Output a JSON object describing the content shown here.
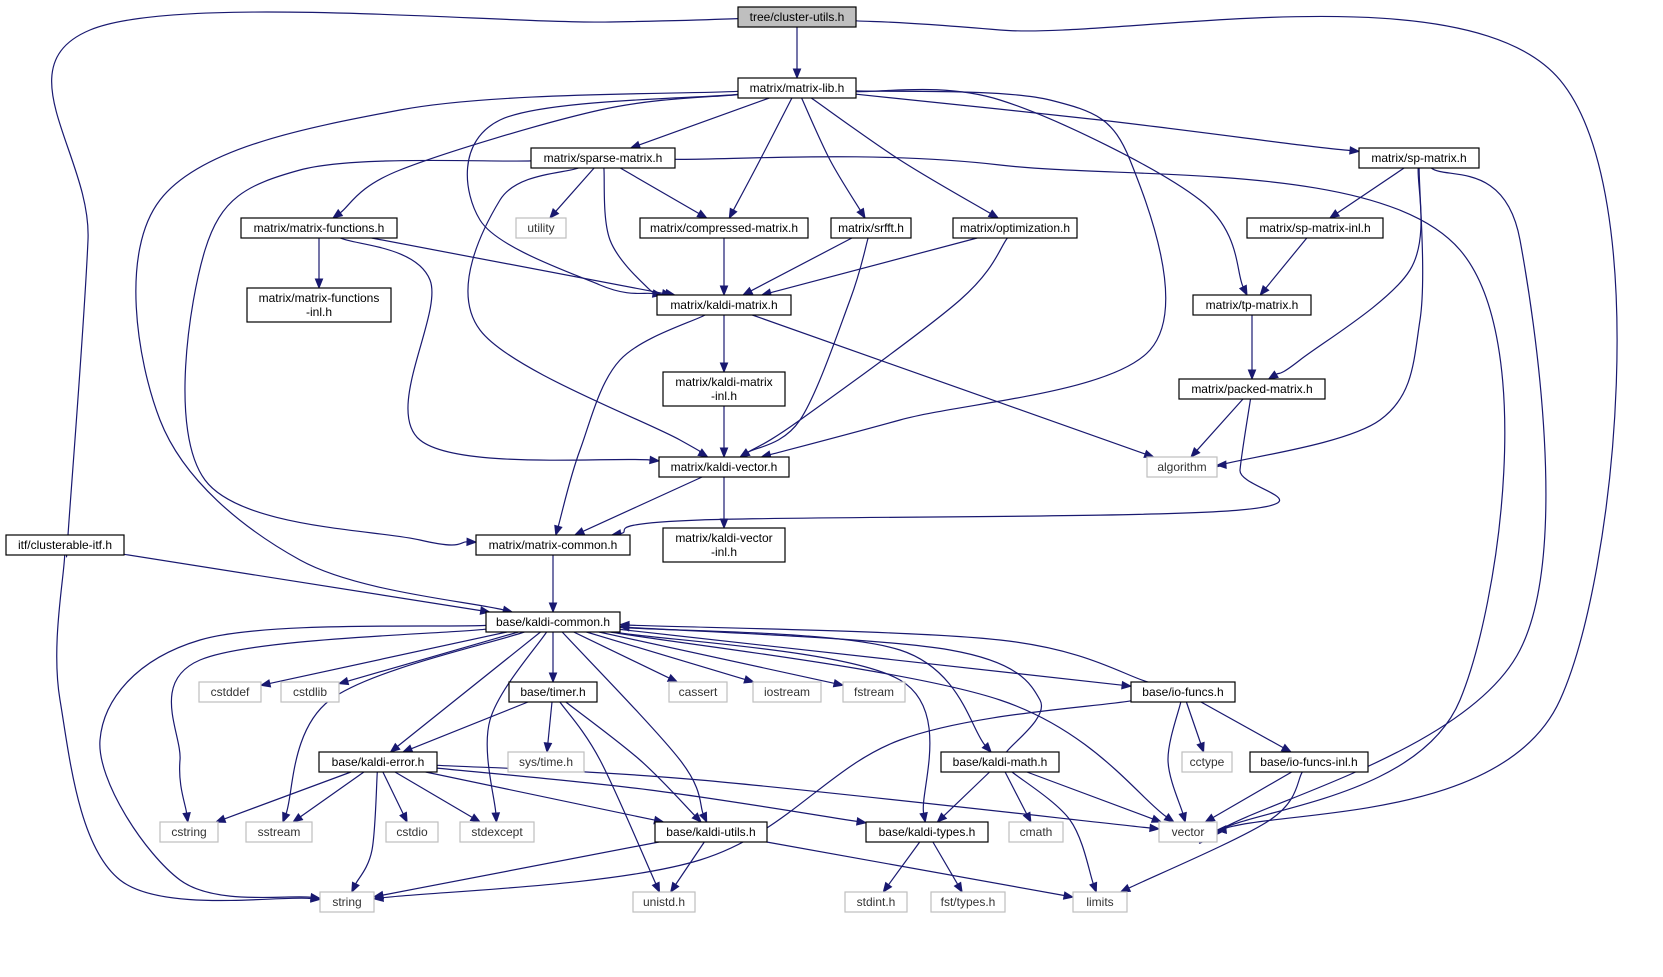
{
  "colors": {
    "edge": "#191970",
    "root_fill": "#bfbfbf",
    "node_fill": "#ffffff",
    "node_border": "#000000",
    "external_border": "#bfbfbf"
  },
  "nodes": {
    "root": {
      "lines": [
        "tree/cluster-utils.h"
      ],
      "kind": "root"
    },
    "matrix_lib": {
      "lines": [
        "matrix/matrix-lib.h"
      ],
      "kind": "local"
    },
    "clusterable_itf": {
      "lines": [
        "itf/clusterable-itf.h"
      ],
      "kind": "local"
    },
    "sparse_matrix": {
      "lines": [
        "matrix/sparse-matrix.h"
      ],
      "kind": "local"
    },
    "sp_matrix": {
      "lines": [
        "matrix/sp-matrix.h"
      ],
      "kind": "local"
    },
    "matrix_functions": {
      "lines": [
        "matrix/matrix-functions.h"
      ],
      "kind": "local"
    },
    "utility": {
      "lines": [
        "utility"
      ],
      "kind": "external"
    },
    "compressed_matrix": {
      "lines": [
        "matrix/compressed-matrix.h"
      ],
      "kind": "local"
    },
    "srfft": {
      "lines": [
        "matrix/srfft.h"
      ],
      "kind": "local"
    },
    "optimization": {
      "lines": [
        "matrix/optimization.h"
      ],
      "kind": "local"
    },
    "sp_matrix_inl": {
      "lines": [
        "matrix/sp-matrix-inl.h"
      ],
      "kind": "local"
    },
    "matrix_functions_inl": {
      "lines": [
        "matrix/matrix-functions",
        "-inl.h"
      ],
      "kind": "local"
    },
    "kaldi_matrix": {
      "lines": [
        "matrix/kaldi-matrix.h"
      ],
      "kind": "local"
    },
    "tp_matrix": {
      "lines": [
        "matrix/tp-matrix.h"
      ],
      "kind": "local"
    },
    "kaldi_matrix_inl": {
      "lines": [
        "matrix/kaldi-matrix",
        "-inl.h"
      ],
      "kind": "local"
    },
    "packed_matrix": {
      "lines": [
        "matrix/packed-matrix.h"
      ],
      "kind": "local"
    },
    "kaldi_vector": {
      "lines": [
        "matrix/kaldi-vector.h"
      ],
      "kind": "local"
    },
    "algorithm": {
      "lines": [
        "algorithm"
      ],
      "kind": "external"
    },
    "matrix_common": {
      "lines": [
        "matrix/matrix-common.h"
      ],
      "kind": "local"
    },
    "kaldi_vector_inl": {
      "lines": [
        "matrix/kaldi-vector",
        "-inl.h"
      ],
      "kind": "local"
    },
    "kaldi_common": {
      "lines": [
        "base/kaldi-common.h"
      ],
      "kind": "local"
    },
    "cstddef": {
      "lines": [
        "cstddef"
      ],
      "kind": "external"
    },
    "cstdlib": {
      "lines": [
        "cstdlib"
      ],
      "kind": "external"
    },
    "timer": {
      "lines": [
        "base/timer.h"
      ],
      "kind": "local"
    },
    "cassert": {
      "lines": [
        "cassert"
      ],
      "kind": "external"
    },
    "iostream": {
      "lines": [
        "iostream"
      ],
      "kind": "external"
    },
    "fstream": {
      "lines": [
        "fstream"
      ],
      "kind": "external"
    },
    "io_funcs": {
      "lines": [
        "base/io-funcs.h"
      ],
      "kind": "local"
    },
    "sys_time": {
      "lines": [
        "sys/time.h"
      ],
      "kind": "external"
    },
    "kaldi_error": {
      "lines": [
        "base/kaldi-error.h"
      ],
      "kind": "local"
    },
    "kaldi_math": {
      "lines": [
        "base/kaldi-math.h"
      ],
      "kind": "local"
    },
    "cctype": {
      "lines": [
        "cctype"
      ],
      "kind": "external"
    },
    "io_funcs_inl": {
      "lines": [
        "base/io-funcs-inl.h"
      ],
      "kind": "local"
    },
    "cstring": {
      "lines": [
        "cstring"
      ],
      "kind": "external"
    },
    "sstream": {
      "lines": [
        "sstream"
      ],
      "kind": "external"
    },
    "cstdio": {
      "lines": [
        "cstdio"
      ],
      "kind": "external"
    },
    "stdexcept": {
      "lines": [
        "stdexcept"
      ],
      "kind": "external"
    },
    "kaldi_utils": {
      "lines": [
        "base/kaldi-utils.h"
      ],
      "kind": "local"
    },
    "kaldi_types": {
      "lines": [
        "base/kaldi-types.h"
      ],
      "kind": "local"
    },
    "cmath": {
      "lines": [
        "cmath"
      ],
      "kind": "external"
    },
    "vector": {
      "lines": [
        "vector"
      ],
      "kind": "external"
    },
    "string": {
      "lines": [
        "string"
      ],
      "kind": "external"
    },
    "unistd": {
      "lines": [
        "unistd.h"
      ],
      "kind": "external"
    },
    "stdint": {
      "lines": [
        "stdint.h"
      ],
      "kind": "external"
    },
    "fst_types": {
      "lines": [
        "fst/types.h"
      ],
      "kind": "external"
    },
    "limits": {
      "lines": [
        "limits"
      ],
      "kind": "external"
    }
  }
}
